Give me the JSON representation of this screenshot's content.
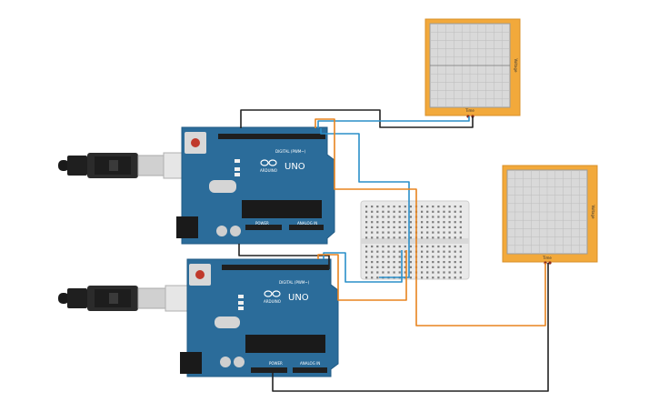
{
  "colors": {
    "board": "#2b6c9a",
    "board_dark": "#1f5a84",
    "scope_frame": "#f2a93b",
    "scope_screen": "#d9d9d9",
    "breadboard": "#e9e9e9",
    "wire_orange": "#e8841f",
    "wire_blue": "#2a8fc9",
    "wire_black": "#222222"
  },
  "icons": [
    "usb-cable-icon",
    "arduino-logo-icon",
    "reset-button-icon",
    "chip-icon"
  ],
  "arduino_top": {
    "digital_label": "DIGITAL (PWM~)",
    "uno_label": "UNO",
    "brand_label": "ARDUINO",
    "power_label": "POWER",
    "analog_label": "ANALOG IN"
  },
  "arduino_bottom": {
    "digital_label": "DIGITAL (PWM~)",
    "uno_label": "UNO",
    "brand_label": "ARDUINO",
    "power_label": "POWER",
    "analog_label": "ANALOG IN"
  },
  "scope_top": {
    "y_axis_label": "Voltage",
    "x_axis_label": "Time"
  },
  "scope_right": {
    "y_axis_label": "Voltage",
    "x_axis_label": "Time"
  }
}
